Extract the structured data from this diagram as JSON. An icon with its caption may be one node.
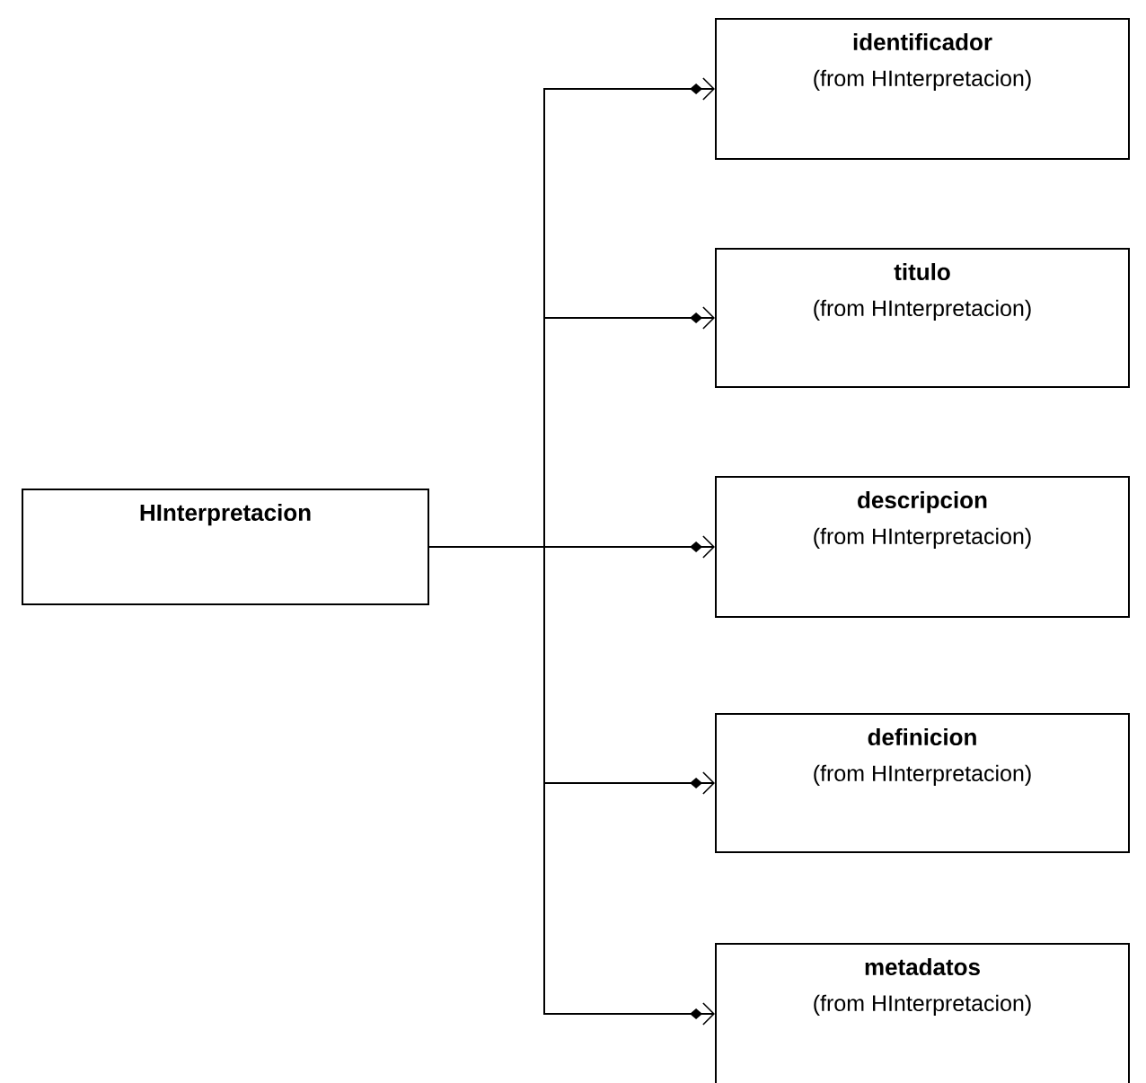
{
  "diagram": {
    "nodes": [
      {
        "text": [
          "HInterpretacion"
        ]
      },
      {
        "text": [
          "identificador",
          "(from HInterpretacion)"
        ]
      },
      {
        "text": [
          "titulo",
          "(from HInterpretacion)"
        ]
      },
      {
        "text": [
          "descripcion",
          "(from HInterpretacion)"
        ]
      },
      {
        "text": [
          "definicion",
          "(from HInterpretacion)"
        ]
      },
      {
        "text": [
          "metadatos",
          "(from HInterpretacion)"
        ]
      }
    ],
    "edges": [
      {
        "from": 0,
        "to": 1,
        "arrow": "to"
      },
      {
        "from": 0,
        "to": 2,
        "arrow": "to"
      },
      {
        "from": 0,
        "to": 3,
        "arrow": "to"
      },
      {
        "from": 0,
        "to": 4,
        "arrow": "to"
      },
      {
        "from": 0,
        "to": 5,
        "arrow": "to"
      }
    ]
  }
}
